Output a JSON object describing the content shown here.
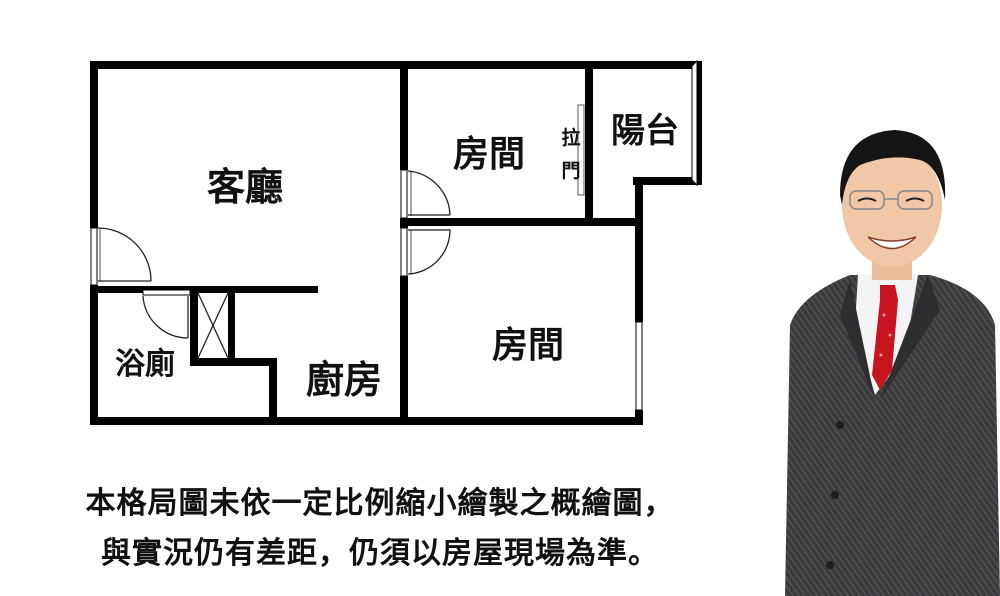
{
  "floor_plan": {
    "rooms": [
      {
        "id": "living",
        "label": "客廳"
      },
      {
        "id": "bedroom1",
        "label": "房間"
      },
      {
        "id": "balcony",
        "label": "陽台"
      },
      {
        "id": "bedroom2",
        "label": "房間"
      },
      {
        "id": "bathroom",
        "label": "浴廁"
      },
      {
        "id": "kitchen",
        "label": "廚房"
      }
    ],
    "sliding_door_label": [
      "拉",
      "門"
    ],
    "colors": {
      "wall": "#000000",
      "background": "#ffffff",
      "door_line": "#222222"
    }
  },
  "disclaimer": {
    "line1": "本格局圖未依一定比例縮小繪製之概繪圖，",
    "line2": "與實況仍有差距，仍須以房屋現場為準。"
  },
  "agent_photo": {
    "description": "Smiling male real estate agent in glasses, grey pinstripe suit, white shirt, red tie",
    "colors": {
      "suit": "#3a3a3c",
      "tie": "#c8141e",
      "shirt": "#f4f4f6",
      "skin": "#f0c8a8",
      "hair": "#151515"
    }
  }
}
